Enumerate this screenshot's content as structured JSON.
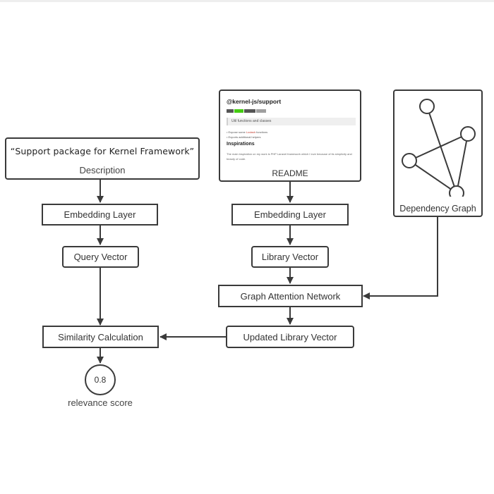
{
  "description": {
    "quote": "“Support package for Kernel Framework”",
    "label": "Description"
  },
  "readme": {
    "title": "@kernel-js/support",
    "badge_colors": [
      "#555555",
      "#4c1",
      "#555555",
      "#9f9f9f"
    ],
    "subtitle": "Util functions and classes",
    "list": [
      {
        "prefix": "Expose some ",
        "link": "Lodash",
        "suffix": " functions"
      },
      {
        "prefix": "Exports additional helpers",
        "link": "",
        "suffix": ""
      }
    ],
    "heading": "Inspirations",
    "paragraph": "The main inspiration on my work is PHP Laravel framework which I love because of its simplicity and beauty of code.",
    "label": "README"
  },
  "dependency_graph": {
    "label": "Dependency Graph"
  },
  "nodes": {
    "embedding_left": "Embedding Layer",
    "embedding_right": "Embedding Layer",
    "query_vector": "Query Vector",
    "library_vector": "Library Vector",
    "gat": "Graph Attention Network",
    "updated_library_vector": "Updated Library Vector",
    "similarity": "Similarity Calculation"
  },
  "score": {
    "value": "0.8",
    "label": "relevance score"
  },
  "colors": {
    "stroke": "#3a3a3a",
    "text": "#333333"
  }
}
